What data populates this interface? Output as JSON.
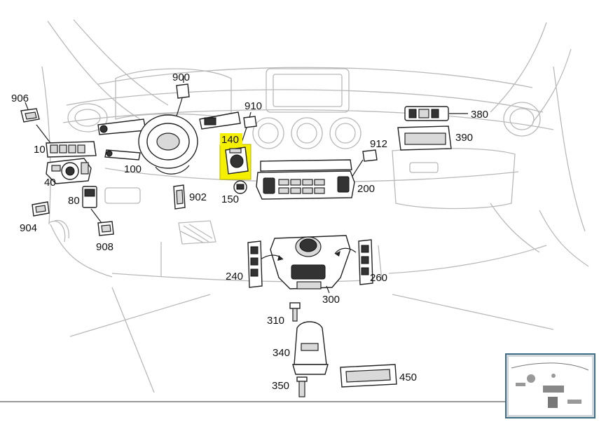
{
  "callouts": {
    "c906": "906",
    "c10": "10",
    "c40": "40",
    "c80": "80",
    "c904": "904",
    "c908": "908",
    "c900": "900",
    "c100": "100",
    "c902": "902",
    "c910": "910",
    "c140": "140",
    "c150": "150",
    "c912": "912",
    "c200": "200",
    "c380": "380",
    "c390": "390",
    "c240": "240",
    "c260": "260",
    "c300": "300",
    "c310": "310",
    "c340": "340",
    "c350": "350",
    "c450": "450"
  },
  "highlight": {
    "callout": "140",
    "color": "#f5f000"
  },
  "colors": {
    "outline": "#b9b9b9",
    "part": "#222222",
    "thumbnail_border": "#3f6f86",
    "thumbnail_fill": "#d0d6da"
  }
}
